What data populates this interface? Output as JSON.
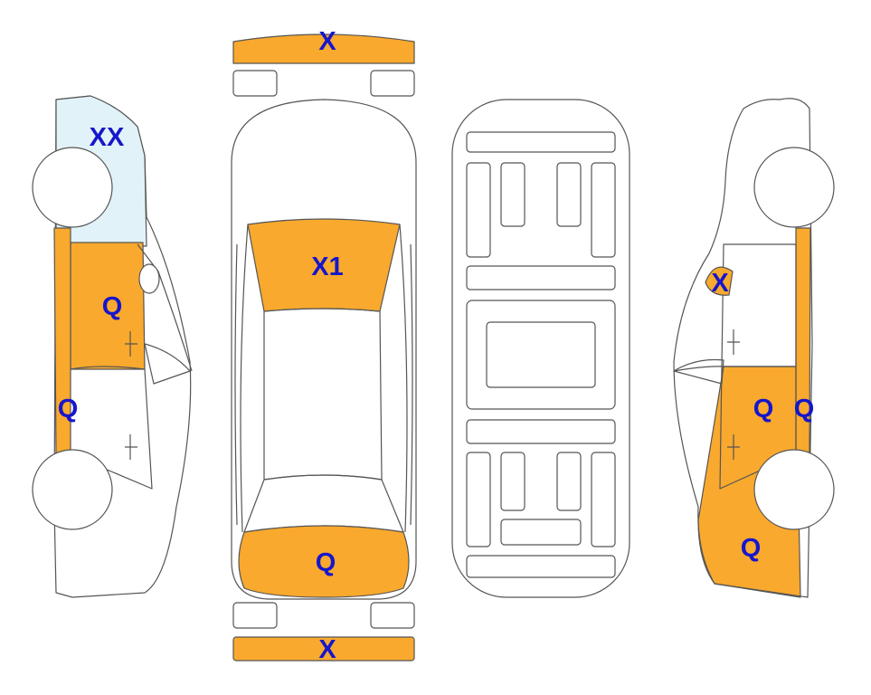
{
  "colors": {
    "damage_fill": "#F9A92D",
    "glass_fill": "#E1F3F8",
    "label_color": "#1616CC",
    "outline": "#555555"
  },
  "labels": {
    "front_bumper": "X",
    "rear_bumper": "X",
    "windshield": "X1",
    "trunk": "Q",
    "left_rear_glass": "XX",
    "left_rear_door": "Q",
    "left_rocker": "Q",
    "right_fuel_door": "X",
    "right_rear_door": "Q",
    "right_rocker": "Q",
    "right_rear_quarter": "Q"
  }
}
